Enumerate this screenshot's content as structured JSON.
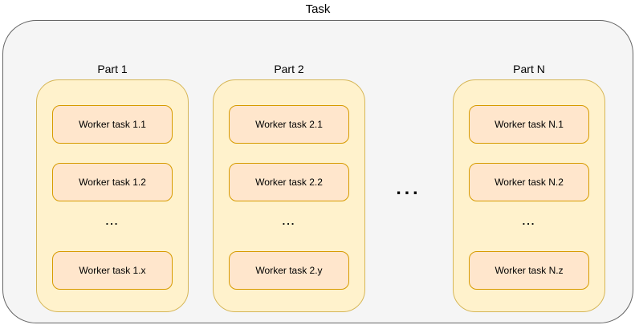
{
  "diagram": {
    "title": "Task",
    "more_parts_ellipsis": "...",
    "colors": {
      "outer_fill": "#F5F5F5",
      "outer_stroke": "#666666",
      "part_fill": "#FFF2CC",
      "part_stroke": "#D6B656",
      "worker_fill": "#FFE6CC",
      "worker_stroke": "#D79B00",
      "text": "#000000"
    },
    "parts": [
      {
        "label": "Part 1",
        "tasks": [
          "Worker task 1.1",
          "Worker task 1.2",
          "Worker task 1.x"
        ],
        "more_tasks_ellipsis": "..."
      },
      {
        "label": "Part 2",
        "tasks": [
          "Worker task 2.1",
          "Worker task 2.2",
          "Worker task 2.y"
        ],
        "more_tasks_ellipsis": "..."
      },
      {
        "label": "Part N",
        "tasks": [
          "Worker task N.1",
          "Worker task N.2",
          "Worker task N.z"
        ],
        "more_tasks_ellipsis": "..."
      }
    ]
  }
}
